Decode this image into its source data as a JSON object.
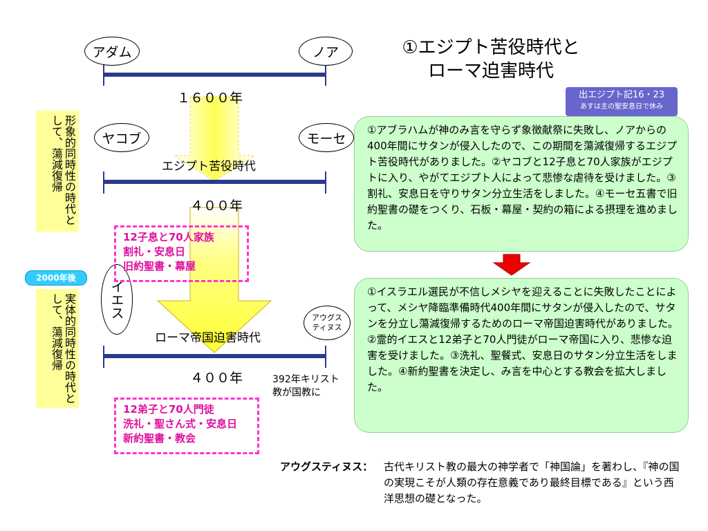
{
  "title": {
    "line1": "①エジプト苦役時代と",
    "line2": "ローマ迫害時代"
  },
  "ref_badge": {
    "line1": "出エジプト記16・23",
    "line2": "あすは主の聖安息日で休み",
    "color": "#6666cc"
  },
  "names": {
    "adam": "アダム",
    "noah": "ノア",
    "jacob": "ヤコブ",
    "moses": "モーセ",
    "jesus": "イエス",
    "augustine": "アウグス\nティヌス"
  },
  "periods": {
    "p1_years": "１６００年",
    "egypt_label": "エジプト苦役時代",
    "p2_years": "４００年",
    "rome_label": "ローマ帝国迫害時代",
    "p3_years": "４００年"
  },
  "side_labels": {
    "symbolic": "形象的同時性の時代として、蕩減復帰",
    "substantial": "実体的同時性の時代として、蕩減復帰",
    "badge_2000": "2000年後"
  },
  "dashed_box_1": [
    "12子息と70人家族",
    "割礼・安息日",
    "旧約聖書・幕屋"
  ],
  "dashed_box_2": [
    "12弟子と70人門徒",
    "洗礼・聖さん式・安息日",
    "新約聖書・教会"
  ],
  "note_392": "392年キリスト教が国教に",
  "green_box_1": "①アブラハムが神のみ言を守らず象徴献祭に失敗し、ノアからの400年間にサタンが侵入したので、この期間を蕩減復帰するエジプト苦役時代がありました。②ヤコブと12子息と70人家族がエジプトに入り、やがてエジプト人によって悲惨な虐待を受けました。③割礼、安息日を守りサタン分立生活をしました。④モーセ五書で旧約聖書の礎をつくり、石板・幕屋・契約の箱による摂理を進めました。",
  "green_box_2": "①イスラエル選民が不信しメシヤを迎えることに失敗したことによって、メシヤ降臨準備時代400年間にサタンが侵入したので、サタンを分立し蕩減復帰するためのローマ帝国迫害時代がありました。②霊的イエスと12弟子と70人門徒がローマ帝国に入り、悲惨な迫害を受けました。③洗礼、聖餐式、安息日のサタン分立生活をしました。④新約聖書を決定し、み言を中心とする教会を拡大しました。",
  "footnote": {
    "term": "アウグスティヌス：",
    "text": "古代キリスト教の最大の神学者で「神国論」を著わし、『神の国の実現こそが人類の存在意義であり最終目標である』という西洋思想の礎となった。"
  },
  "colors": {
    "timeline": "#2b3a8c",
    "arrow": "#ffff66",
    "red_arrow": "#ee0000",
    "green": "#ccffcc",
    "dashed": "#ff33cc"
  }
}
